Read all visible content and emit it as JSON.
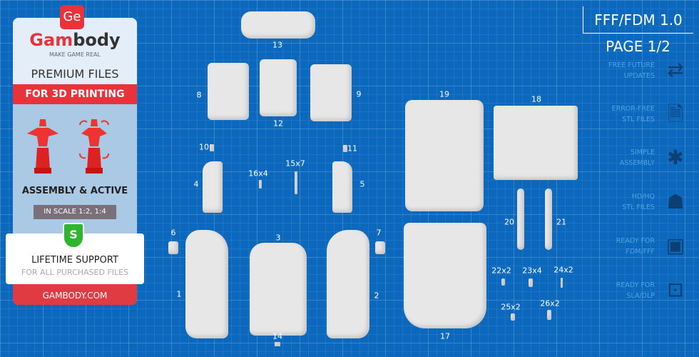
{
  "brand": {
    "logo_mark": "Ge",
    "name_red": "Gam",
    "name_rest": "body",
    "tagline": "MAKE GAME REAL"
  },
  "card": {
    "premium": "PREMIUM FILES",
    "for_printing": "FOR 3D PRINTING",
    "assembly": "ASSEMBLY & ACTIVE",
    "scale": "IN SCALE 1:2, 1:4",
    "shield_letter": "S",
    "support_title": "LIFETIME SUPPORT",
    "support_sub": "FOR ALL PURCHASED FILES",
    "site": "GAMBODY.COM"
  },
  "header": {
    "version": "FFF/FDM 1.0",
    "page": "PAGE 1/2"
  },
  "features": [
    {
      "line1": "FREE FUTURE",
      "line2": "UPDATES",
      "icon": "updates-icon"
    },
    {
      "line1": "ERROR-FREE",
      "line2": "STL FILES",
      "icon": "file-check-icon"
    },
    {
      "line1": "SIMPLE",
      "line2": "ASSEMBLY",
      "icon": "puzzle-icon"
    },
    {
      "line1": "HD/HQ",
      "line2": "STL FILES",
      "icon": "ironman-icon"
    },
    {
      "line1": "READY FOR",
      "line2": "FDM/FFF",
      "icon": "fdm-printer-icon"
    },
    {
      "line1": "READY FOR",
      "line2": "SLA/DLP",
      "icon": "sla-printer-icon"
    }
  ],
  "parts": [
    "13",
    "8",
    "12",
    "9",
    "10",
    "11",
    "16x4",
    "15x7",
    "4",
    "5",
    "6",
    "3",
    "7",
    "1",
    "2",
    "14",
    "19",
    "18",
    "20",
    "21",
    "22x2",
    "23x4",
    "24x2",
    "25x2",
    "26x2",
    "17"
  ]
}
